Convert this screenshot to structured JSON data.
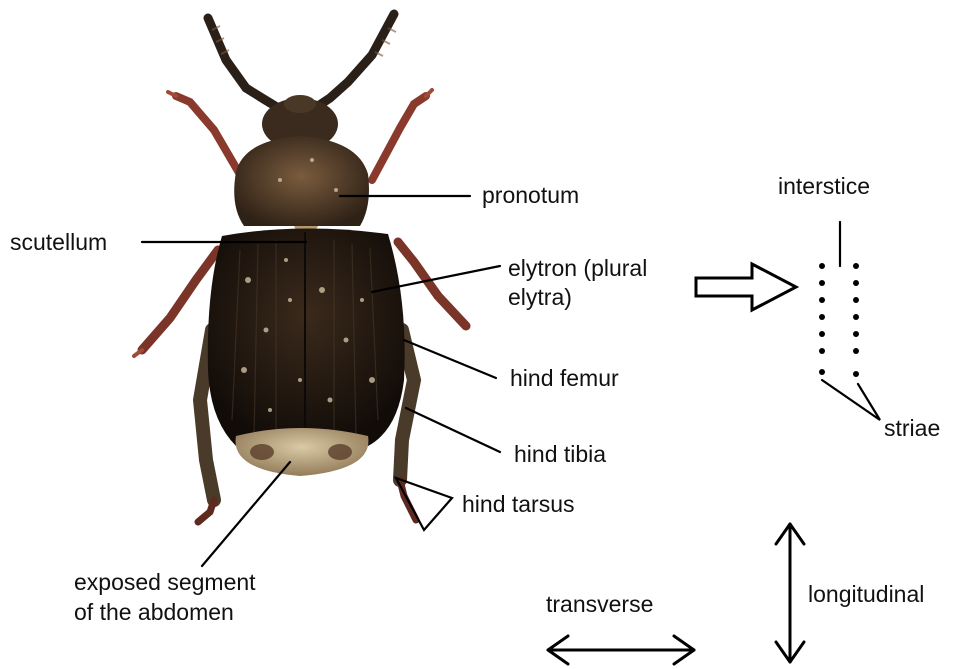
{
  "labels": {
    "pronotum": "pronotum",
    "scutellum": "scutellum",
    "elytron_line1": "elytron (plural",
    "elytron_line2": "elytra)",
    "hind_femur": "hind femur",
    "hind_tibia": "hind tibia",
    "hind_tarsus": "hind tarsus",
    "abdomen_line1": "exposed segment",
    "abdomen_line2": "of the abdomen",
    "interstice": "interstice",
    "striae": "striae",
    "transverse": "transverse",
    "longitudinal": "longitudinal"
  },
  "colors": {
    "background": "#ffffff",
    "line": "#000000",
    "beetle_dark": "#2a1f16",
    "beetle_mid": "#5a4330",
    "beetle_light": "#c9b58e",
    "legs": "#8a3a2c"
  }
}
